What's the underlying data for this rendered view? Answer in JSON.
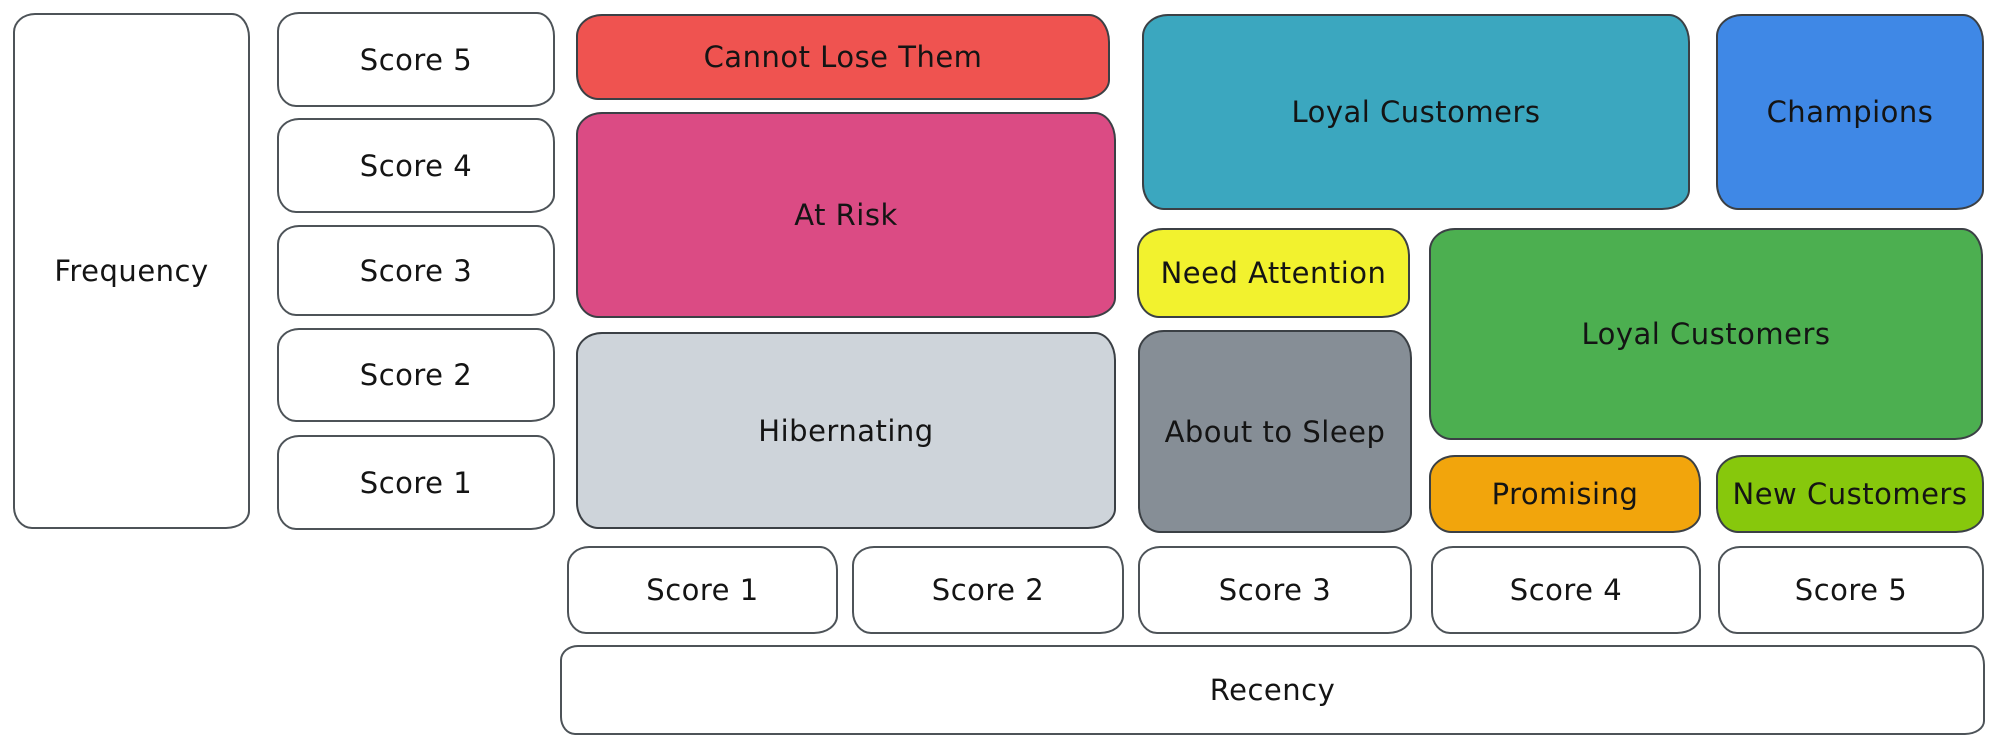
{
  "axes": {
    "frequency": {
      "label": "Frequency",
      "scores": [
        "Score 5",
        "Score 4",
        "Score 3",
        "Score 2",
        "Score 1"
      ]
    },
    "recency": {
      "label": "Recency",
      "scores": [
        "Score 1",
        "Score 2",
        "Score 3",
        "Score 4",
        "Score 5"
      ]
    }
  },
  "segments": [
    {
      "label": "Cannot Lose Them",
      "color": "#ef5350"
    },
    {
      "label": "At Risk",
      "color": "#db4b84"
    },
    {
      "label": "Hibernating",
      "color": "#ced4da"
    },
    {
      "label": "Loyal Customers",
      "color": "#3ba7bf"
    },
    {
      "label": "Champions",
      "color": "#3f88e6"
    },
    {
      "label": "Need Attention",
      "color": "#f2f22e"
    },
    {
      "label": "Loyal Customers",
      "color": "#4caf50"
    },
    {
      "label": "About to Sleep",
      "color": "#868e96"
    },
    {
      "label": "Promising",
      "color": "#f2a50c"
    },
    {
      "label": "New Customers",
      "color": "#87c80c"
    }
  ],
  "stroke_color": "#3b4045",
  "text_color": "#141414",
  "background_color": "#ffffff"
}
